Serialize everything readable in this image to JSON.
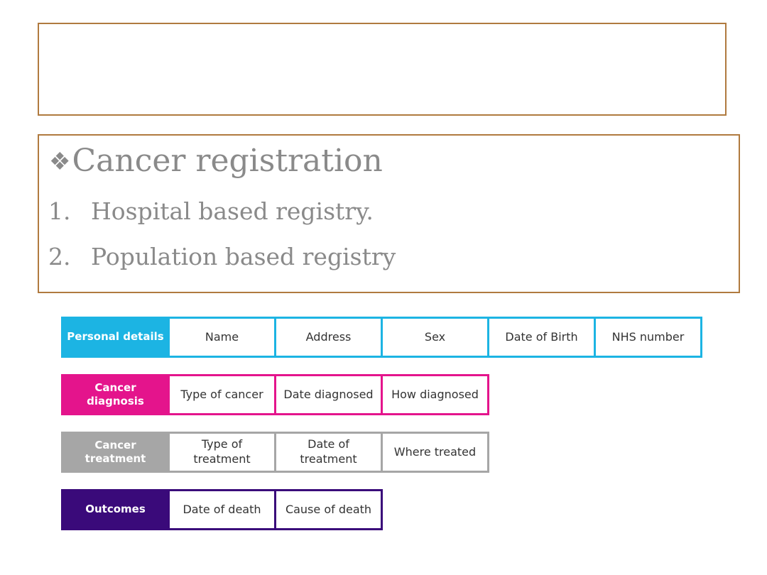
{
  "title_box": {},
  "content": {
    "heading_bullet": "❖",
    "heading": "Cancer registration",
    "list": [
      {
        "num": "1.",
        "text": "Hospital based registry."
      },
      {
        "num": "2.",
        "text": "Population based registry"
      }
    ]
  },
  "table": {
    "rows": [
      {
        "header": "Personal details",
        "color": "#1cb4e3",
        "cells": [
          "Name",
          "Address",
          "Sex",
          "Date of Birth",
          "NHS number"
        ]
      },
      {
        "header": "Cancer diagnosis",
        "color": "#e4148c",
        "cells": [
          "Type of cancer",
          "Date diagnosed",
          "How diagnosed"
        ]
      },
      {
        "header": "Cancer treatment",
        "color": "#a6a6a6",
        "cells": [
          "Type of treatment",
          "Date of treatment",
          "Where treated"
        ]
      },
      {
        "header": "Outcomes",
        "color": "#3a0a7a",
        "cells": [
          "Date of death",
          "Cause of death"
        ]
      }
    ]
  }
}
